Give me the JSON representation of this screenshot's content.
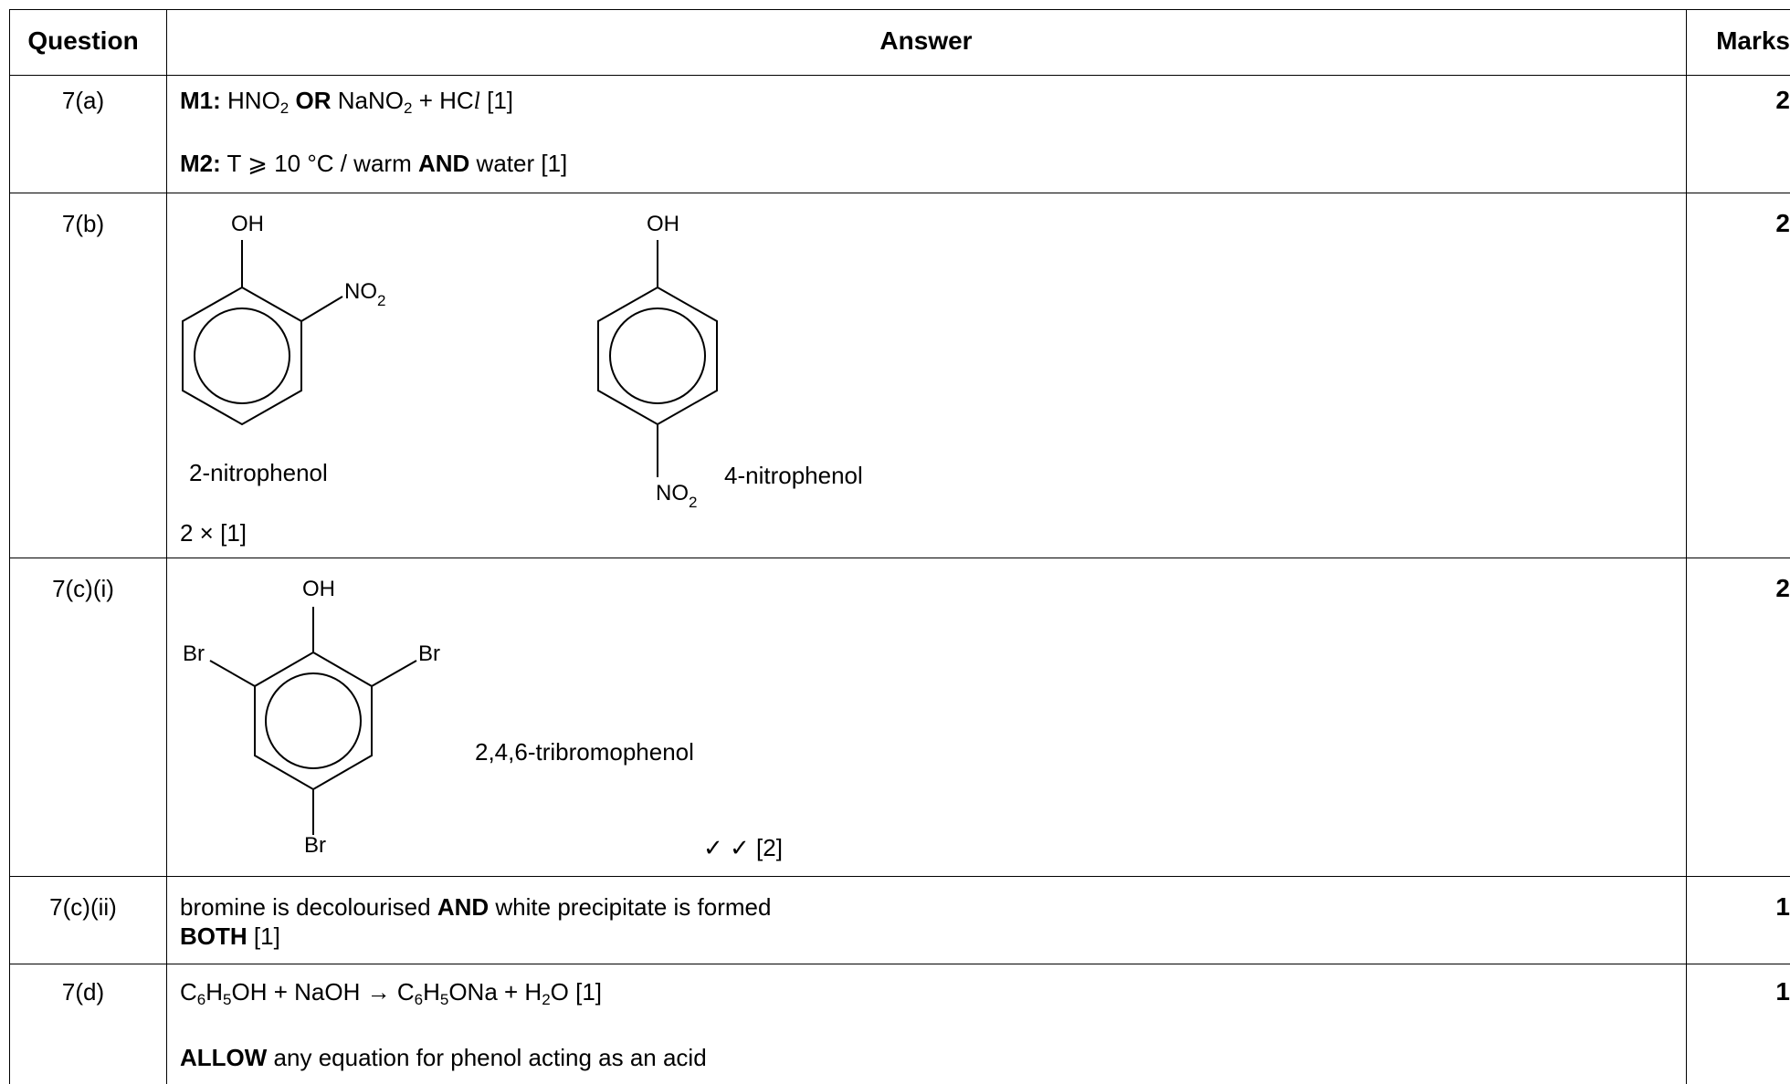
{
  "header": {
    "question": "Question",
    "answer": "Answer",
    "marks": "Marks"
  },
  "rows": [
    {
      "question": "7(a)",
      "marks": "2",
      "line1": {
        "m1_label": "M1:",
        "hno": "HNO",
        "sub2": "2",
        "or": "OR",
        "nano": "NaNO",
        "sub2b": "2",
        "rest": "+ HC",
        "ell": "l",
        "mark": "[1]"
      },
      "line2": {
        "m2_label": "M2:",
        "text1": "T ⩾ 10 °C / warm",
        "and": "AND",
        "text2": "water [1]"
      }
    },
    {
      "question": "7(b)",
      "marks": "2",
      "oh1": "OH",
      "no2_1": "NO",
      "no2_1_sub": "2",
      "oh2": "OH",
      "no2_2": "NO",
      "no2_2_sub": "2",
      "name1": "2-nitrophenol",
      "name2": "4-nitrophenol",
      "mark": "2 × [1]"
    },
    {
      "question": "7(c)(i)",
      "marks": "2",
      "oh": "OH",
      "br_left": "Br",
      "br_right": "Br",
      "br_bottom": "Br",
      "name": "2,4,6-tribromophenol",
      "mark": "✓ ✓ [2]"
    },
    {
      "question": "7(c)(ii)",
      "marks": "1",
      "line1": {
        "text1": "bromine is decolourised",
        "and": "AND",
        "text2": "white precipitate is formed"
      },
      "line2": {
        "both": "BOTH",
        "mark": "[1]"
      }
    },
    {
      "question": "7(d)",
      "marks": "1",
      "eq": {
        "c6": "C",
        "s6": "6",
        "h5": "H",
        "s5": "5",
        "oh_naoh": "OH + NaOH → C",
        "s6b": "6",
        "h5b": "H",
        "s5b": "5",
        "ona": "ONa + H",
        "s2": "2",
        "o_mark": "O [1]"
      },
      "line2": {
        "allow": "ALLOW",
        "text": "any equation for phenol acting as an acid"
      }
    }
  ]
}
